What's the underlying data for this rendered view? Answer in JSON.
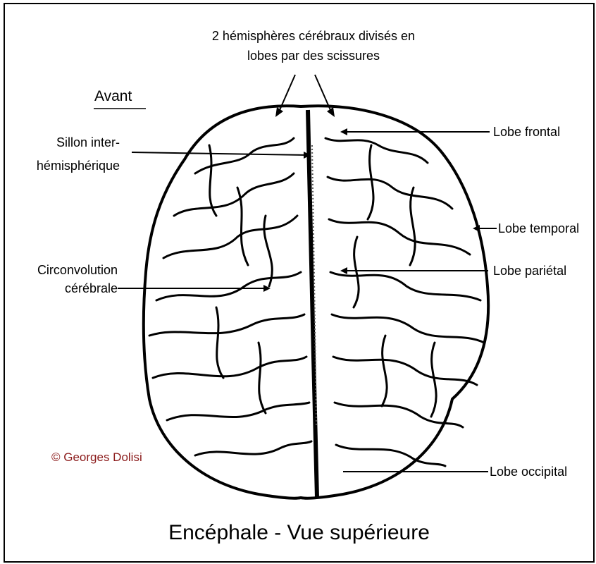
{
  "diagram": {
    "title": "Encéphale - Vue supérieure",
    "top_note_line1": "2 hémisphères cérébraux divisés en",
    "top_note_line2": "lobes par des scissures",
    "avant": "Avant",
    "copyright": "© Georges Dolisi",
    "copyright_color": "#8b1a1a",
    "labels": {
      "sillon_line1": "Sillon inter-",
      "sillon_line2": "hémisphérique",
      "circonv_line1": "Circonvolution",
      "circonv_line2": "cérébrale",
      "lobe_frontal": "Lobe frontal",
      "lobe_temporal": "Lobe temporal",
      "lobe_parietal": "Lobe pariétal",
      "lobe_occipital": "Lobe occipital"
    }
  }
}
